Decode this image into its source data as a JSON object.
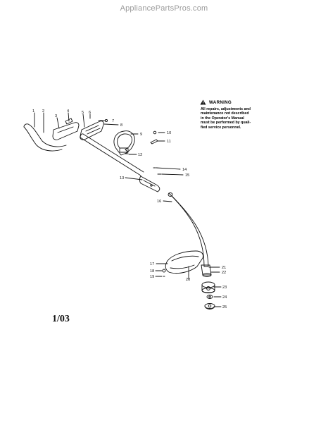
{
  "header": {
    "site_name": "AppliancePartsPros.com"
  },
  "warning": {
    "title": "WARNING",
    "icon": "warning-triangle-icon",
    "lines": [
      "All repairs, adjustments and",
      "maintenance not described",
      "in the Operator's Manual",
      "must be performed by quali-",
      "fied service personnel."
    ]
  },
  "date_code": "1/03",
  "callouts": [
    "1",
    "2",
    "3",
    "4",
    "5",
    "6",
    "7",
    "8",
    "9",
    "10",
    "11",
    "12",
    "13",
    "14",
    "15",
    "16",
    "17",
    "18",
    "19",
    "20",
    "21",
    "22",
    "23",
    "24",
    "25"
  ]
}
